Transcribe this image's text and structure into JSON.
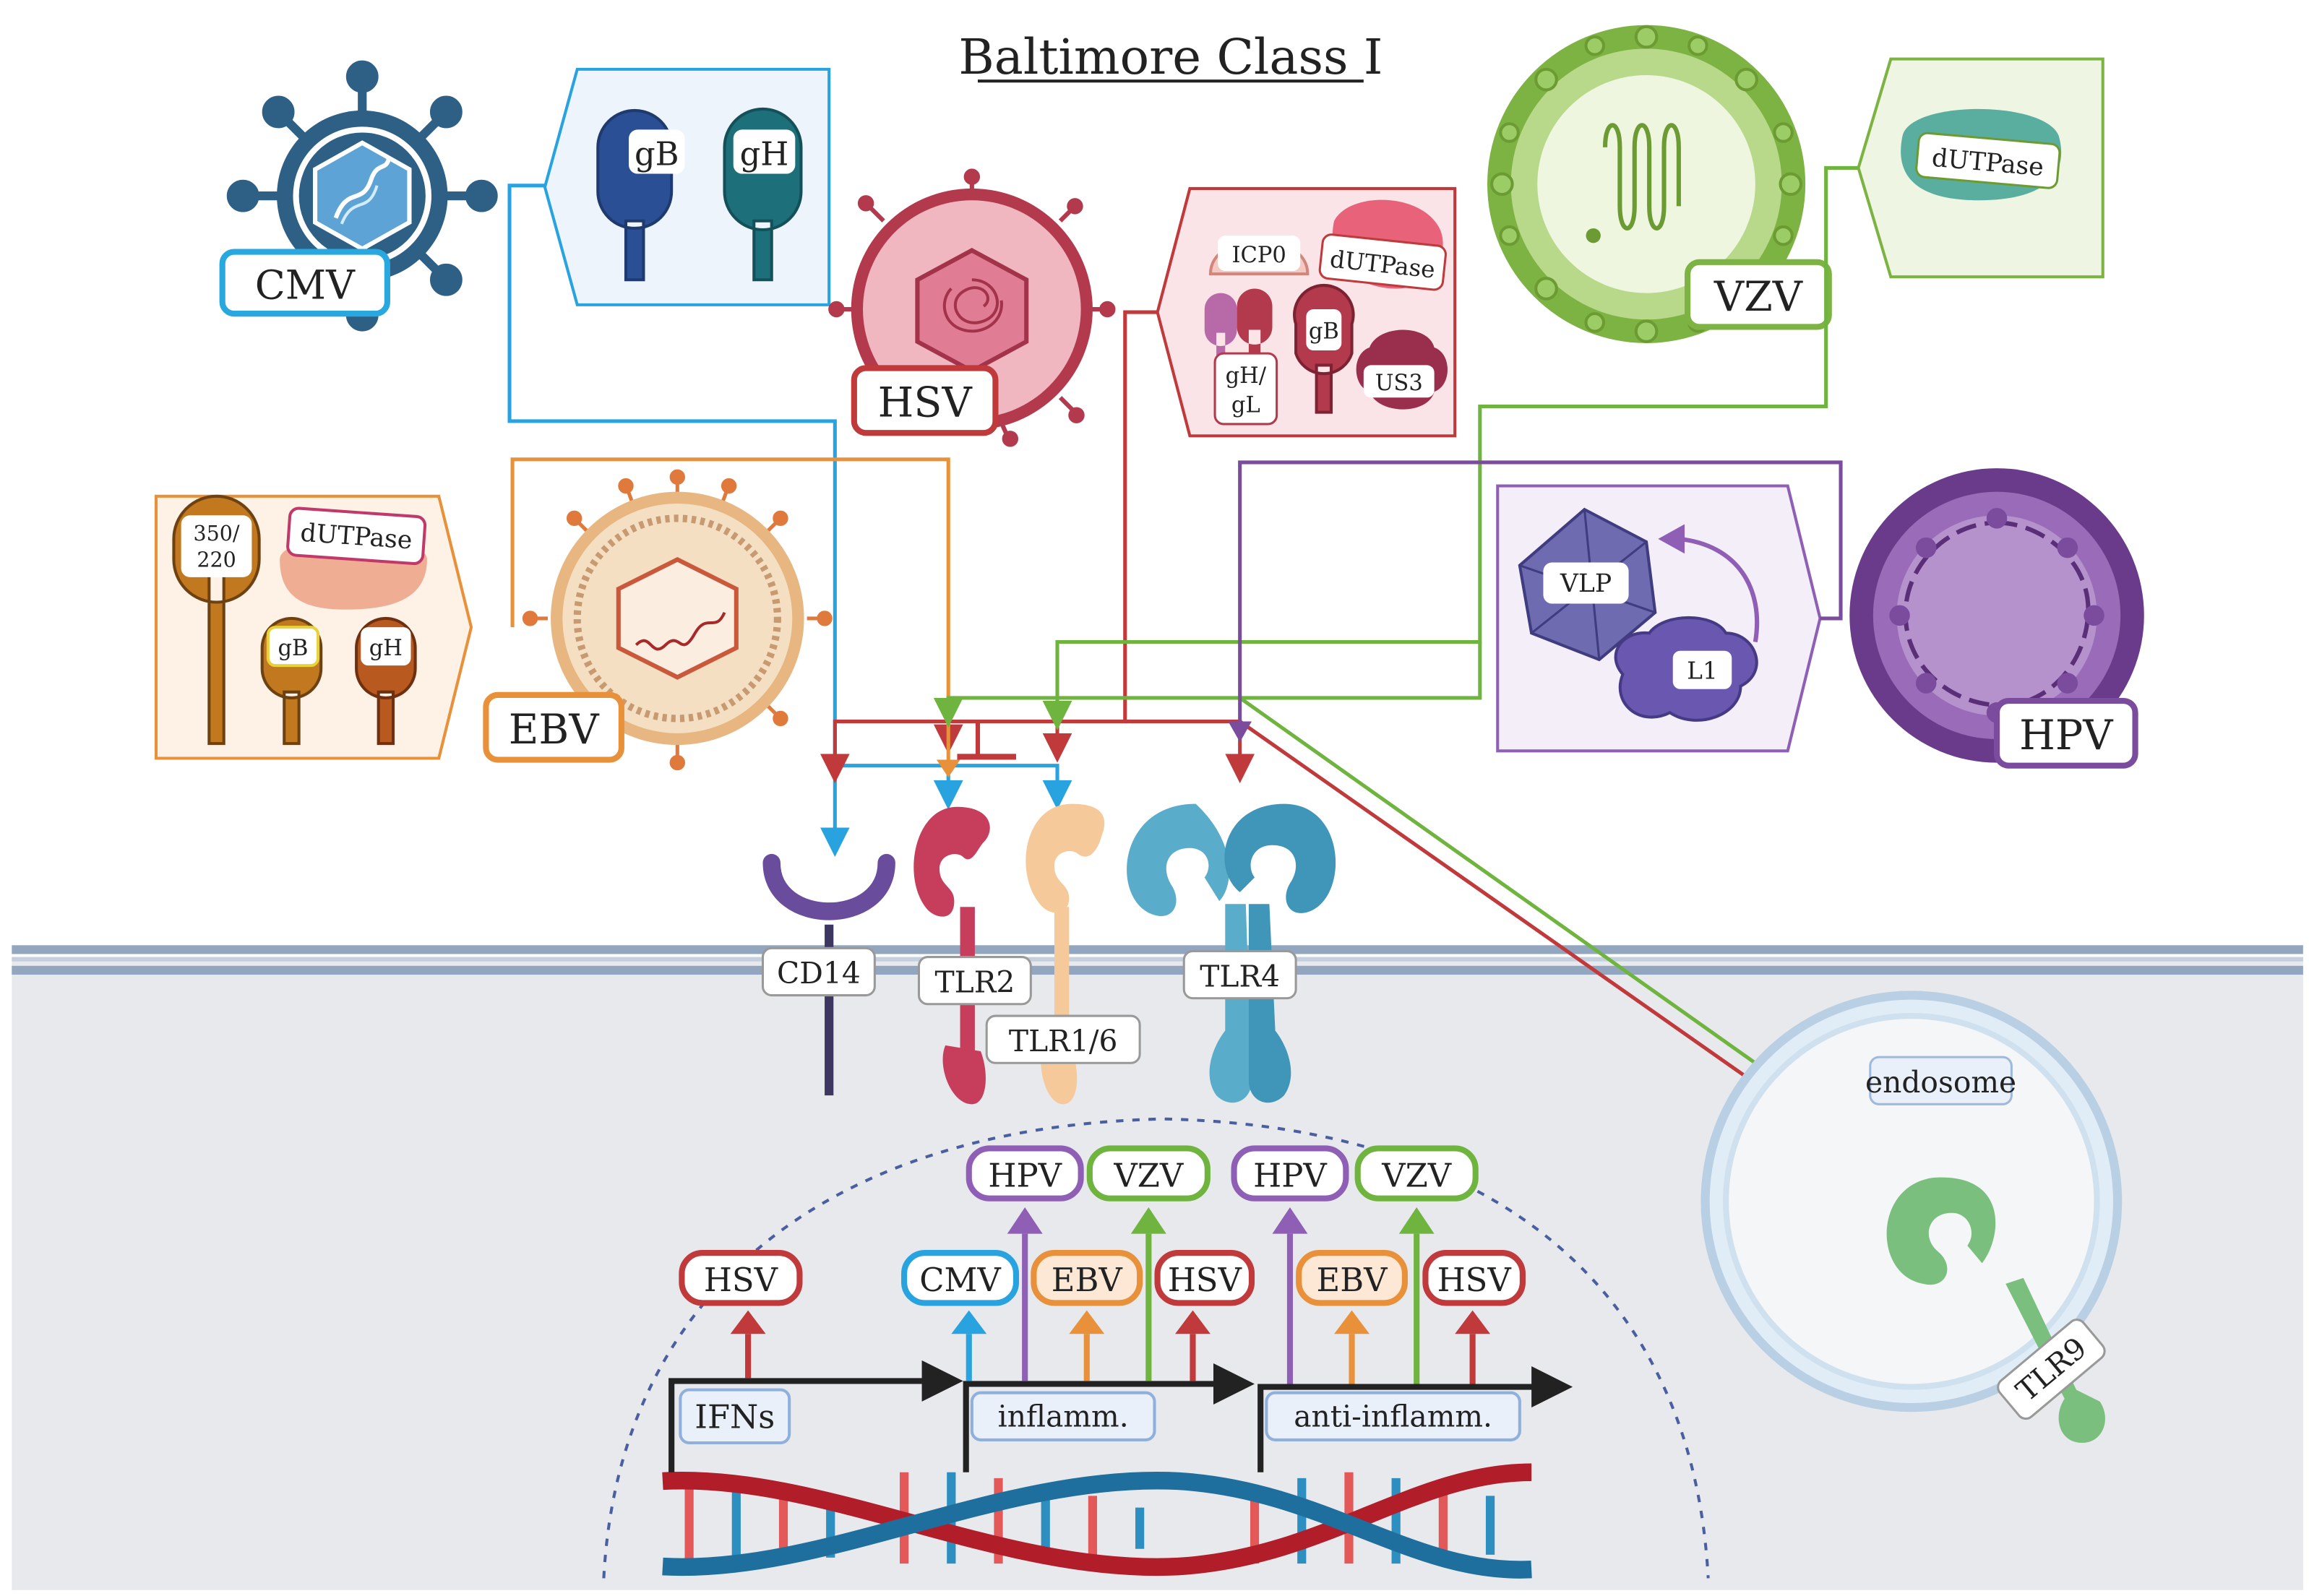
{
  "title": "Baltimore Class I",
  "viruses": {
    "cmv": {
      "name": "CMV",
      "color": "#2e5f85",
      "border": "#29a8e0"
    },
    "hsv": {
      "name": "HSV",
      "color": "#b33a4c",
      "border": "#c0393b"
    },
    "ebv": {
      "name": "EBV",
      "color": "#e8913a",
      "border": "#e8913a"
    },
    "vzv": {
      "name": "VZV",
      "color": "#7cb342",
      "border": "#7cb342"
    },
    "hpv": {
      "name": "HPV",
      "color": "#7b4b9e",
      "border": "#7b4b9e"
    }
  },
  "proteins": {
    "cmv_gb": "gB",
    "cmv_gh": "gH",
    "hsv_icp0": "ICP0",
    "hsv_dutpase": "dUTPase",
    "hsv_gb": "gB",
    "hsv_ghgl_line1": "gH/",
    "hsv_ghgl_line2": "gL",
    "hsv_us3": "US3",
    "vzv_dutpase": "dUTPase",
    "ebv_350_line1": "350/",
    "ebv_350_line2": "220",
    "ebv_dutpase": "dUTPase",
    "ebv_gb": "gB",
    "ebv_gh": "gH",
    "hpv_vlp": "VLP",
    "hpv_l1": "L1"
  },
  "receptors": {
    "cd14": "CD14",
    "tlr2": "TLR2",
    "tlr16": "TLR1/6",
    "tlr4": "TLR4",
    "tlr9": "TLR9",
    "endosome": "endosome"
  },
  "genes": {
    "ifns": "IFNs",
    "inflamm": "inflamm.",
    "anti_inflamm": "anti-inflamm."
  },
  "outcomes": {
    "ifn_hsv": "HSV",
    "inf_cmv": "CMV",
    "inf_hpv": "HPV",
    "inf_ebv": "EBV",
    "inf_vzv": "VZV",
    "inf_hsv": "HSV",
    "anti_hpv": "HPV",
    "anti_ebv": "EBV",
    "anti_vzv": "VZV",
    "anti_hsv": "HSV"
  },
  "colors": {
    "cmv": "#29a3e0",
    "hsv": "#c0393b",
    "ebv": "#e8913a",
    "vzv": "#6fb43f",
    "hpv": "#8f5fb5",
    "membrane": "#93a6c0",
    "cytoplasm": "#e8e9ed",
    "nucleus": "#4a5fa0"
  }
}
